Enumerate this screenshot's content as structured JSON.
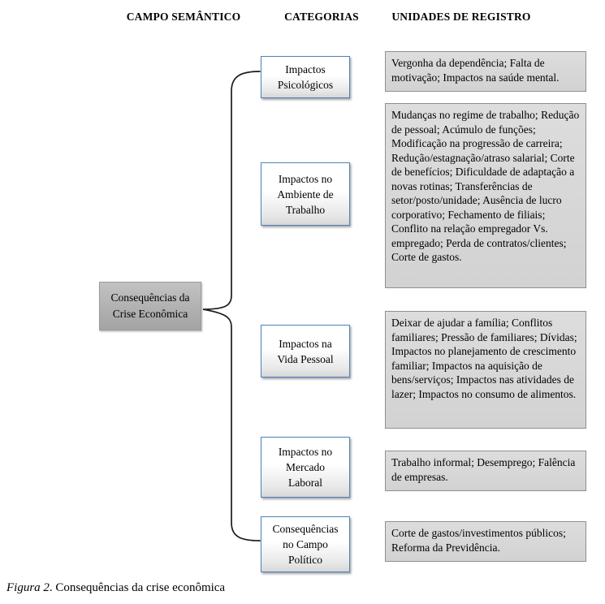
{
  "headers": {
    "campo_semantico": "CAMPO SEMÂNTICO",
    "categorias": "CATEGORIAS",
    "unidades_de_registro": "UNIDADES DE REGISTRO"
  },
  "root": {
    "label": "Consequências da Crise Econômica"
  },
  "rows": [
    {
      "category": "Impactos Psicológicos",
      "units": "Vergonha da dependência; Falta de motivação; Impactos na saúde mental."
    },
    {
      "category": "Impactos no Ambiente de Trabalho",
      "units": "Mudanças no regime de trabalho; Redução de pessoal; Acúmulo de funções; Modificação na progressão de carreira; Redução/estagnação/atraso salarial; Corte de benefícios; Dificuldade de adaptação a novas rotinas; Transferências de setor/posto/unidade; Ausência de lucro corporativo; Fechamento de filiais; Conflito na relação empregador Vs. empregado; Perda de contratos/clientes; Corte de gastos."
    },
    {
      "category": "Impactos na Vida Pessoal",
      "units": "Deixar de ajudar a família; Conflitos familiares; Pressão de familiares; Dívidas; Impactos no planejamento de crescimento familiar; Impactos na aquisição de bens/serviços; Impactos nas atividades de lazer; Impactos no consumo de alimentos."
    },
    {
      "category": "Impactos no Mercado Laboral",
      "units": "Trabalho informal; Desemprego; Falência de empresas."
    },
    {
      "category": "Consequências no Campo Político",
      "units": "Corte de gastos/investimentos públicos; Reforma da Previdência."
    }
  ],
  "caption": {
    "prefix": "Figura 2",
    "rest": ". Consequências da crise econômica"
  },
  "colors": {
    "category_border": "#4f81bd",
    "units_fill": "#d6d6d6",
    "units_border": "#8f8f8f",
    "root_fill": "#ababab",
    "connector": "#1c1c1c"
  }
}
